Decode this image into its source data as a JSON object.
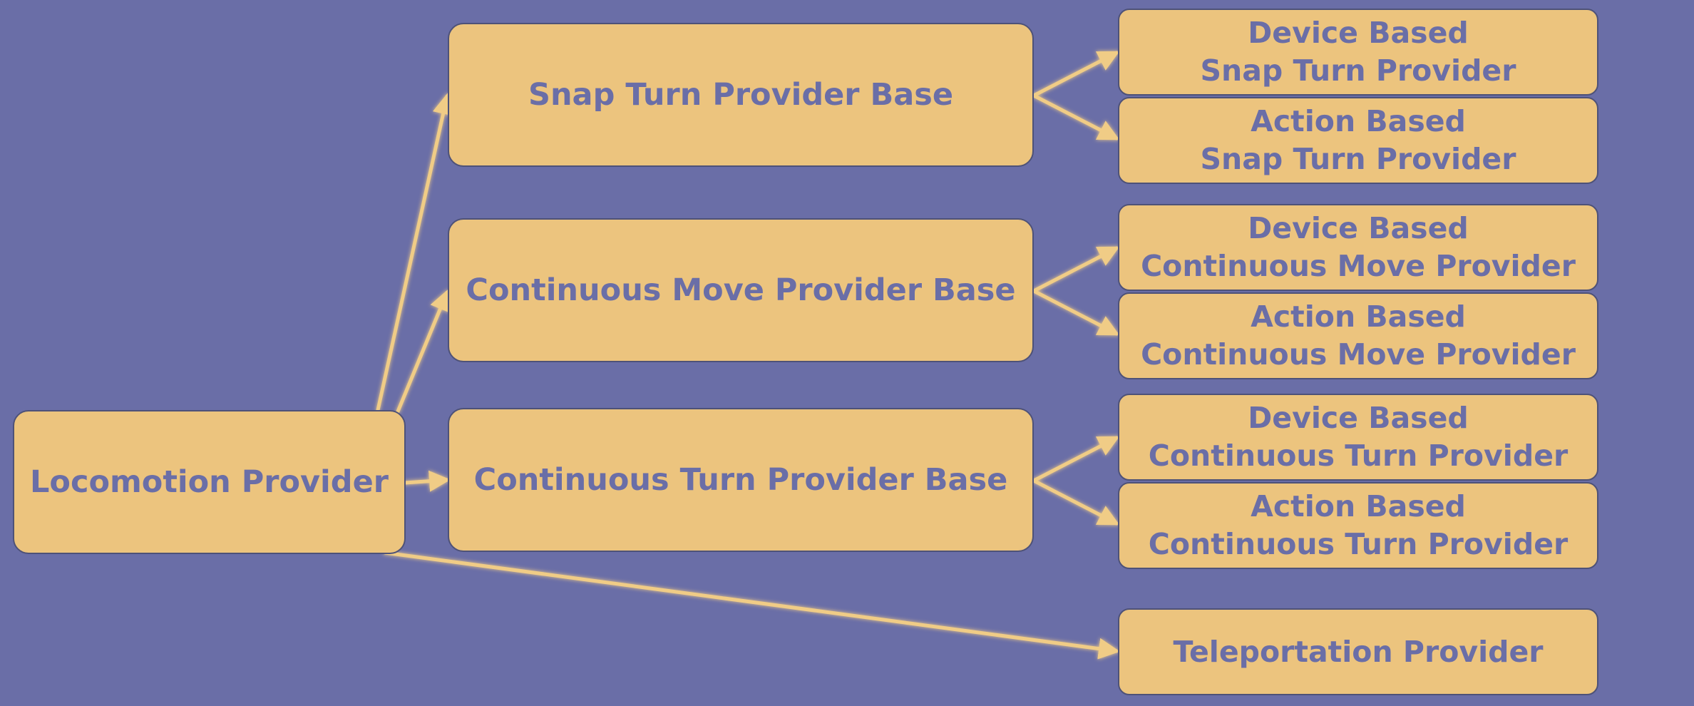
{
  "diagram": {
    "root": {
      "label": "Locomotion Provider"
    },
    "bases": [
      {
        "label": "Snap Turn Provider Base",
        "children": [
          {
            "line1": "Device Based",
            "line2": "Snap Turn Provider"
          },
          {
            "line1": "Action Based",
            "line2": "Snap Turn Provider"
          }
        ]
      },
      {
        "label": "Continuous Move Provider Base",
        "children": [
          {
            "line1": "Device Based",
            "line2": "Continuous Move Provider"
          },
          {
            "line1": "Action Based",
            "line2": "Continuous Move Provider"
          }
        ]
      },
      {
        "label": "Continuous Turn Provider Base",
        "children": [
          {
            "line1": "Device Based",
            "line2": "Continuous Turn Provider"
          },
          {
            "line1": "Action Based",
            "line2": "Continuous Turn Provider"
          }
        ]
      }
    ],
    "teleport": {
      "label": "Teleportation Provider"
    }
  },
  "colors": {
    "background": "#6A6EA7",
    "box_fill": "#ECC47E",
    "box_border": "#4E5278",
    "text": "#6A6EA7",
    "arrow": "#F0CC86"
  }
}
